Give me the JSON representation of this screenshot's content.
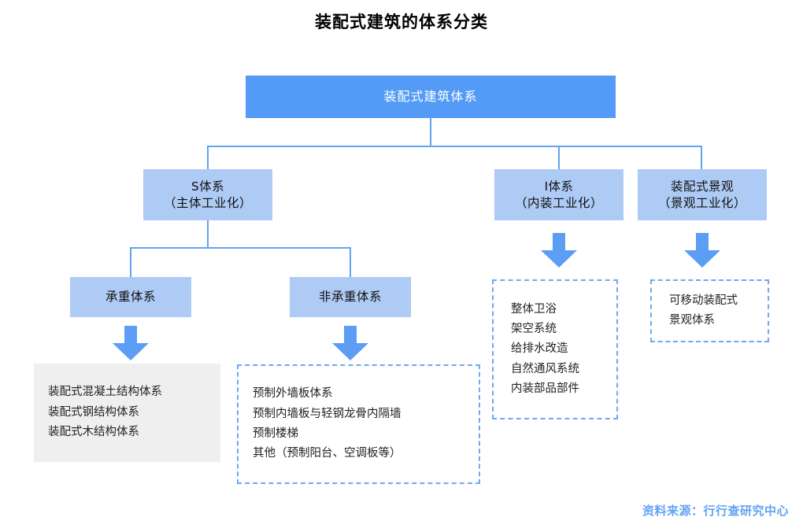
{
  "page": {
    "title": "装配式建筑的体系分类",
    "source_note": "资料来源：行行查研究中心"
  },
  "colors": {
    "root_fill": "#539BF7",
    "node_fill": "#AECBF5",
    "connector": "#62A3F5",
    "arrow": "#5B9EF4",
    "dashed_border": "#6EA8F0",
    "panel_gray": "#EFEFEF",
    "source_text": "#62A3F5"
  },
  "diagram": {
    "type": "tree",
    "root": {
      "label": "装配式建筑体系"
    },
    "branches": [
      {
        "key": "s-system",
        "title": "S体系",
        "subtitle": "（主体工业化）",
        "children": [
          {
            "key": "load-bearing",
            "title": "承重体系",
            "panel_style": "solid",
            "items": [
              "装配式混凝土结构体系",
              "装配式钢结构体系",
              "装配式木结构体系"
            ]
          },
          {
            "key": "non-load-bearing",
            "title": "非承重体系",
            "panel_style": "dashed",
            "items": [
              "预制外墙板体系",
              "预制内墙板与轻钢龙骨内隔墙",
              "预制楼梯",
              "其他（预制阳台、空调板等）"
            ]
          }
        ]
      },
      {
        "key": "i-system",
        "title": "I体系",
        "subtitle": "（内装工业化）",
        "panel_style": "dashed",
        "items": [
          "整体卫浴",
          "架空系统",
          "给排水改造",
          "自然通风系统",
          "内装部品部件"
        ]
      },
      {
        "key": "landscape-system",
        "title": "装配式景观",
        "subtitle": "（景观工业化）",
        "panel_style": "dashed",
        "items": [
          "可移动装配式",
          "景观体系"
        ]
      }
    ]
  }
}
